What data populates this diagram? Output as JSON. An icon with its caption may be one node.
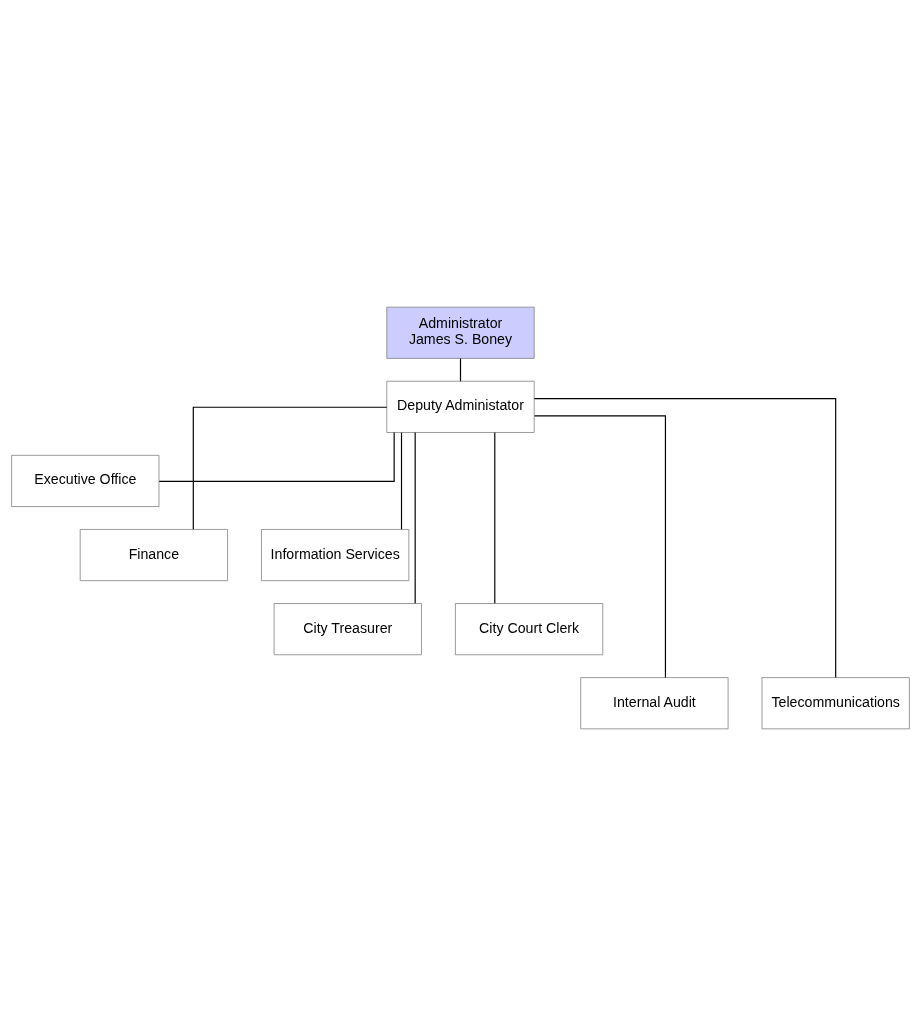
{
  "diagram": {
    "nodes": [
      {
        "text": [
          "Administrator",
          "James S. Boney"
        ]
      },
      {
        "text": [
          "Deputy Administator"
        ]
      },
      {
        "text": [
          "Executive Office"
        ]
      },
      {
        "text": [
          "Finance"
        ]
      },
      {
        "text": [
          "Information Services"
        ]
      },
      {
        "text": [
          "City Treasurer"
        ]
      },
      {
        "text": [
          "City Court Clerk"
        ]
      },
      {
        "text": [
          "Internal Audit"
        ]
      },
      {
        "text": [
          "Telecommunications"
        ]
      }
    ],
    "edges": [
      {
        "from": 0,
        "to": 1,
        "arrow": "none"
      },
      {
        "from": 1,
        "to": 2,
        "arrow": "none"
      },
      {
        "from": 1,
        "to": 3,
        "arrow": "none"
      },
      {
        "from": 1,
        "to": 4,
        "arrow": "none"
      },
      {
        "from": 1,
        "to": 5,
        "arrow": "none"
      },
      {
        "from": 1,
        "to": 6,
        "arrow": "none"
      },
      {
        "from": 1,
        "to": 7,
        "arrow": "none"
      },
      {
        "from": 1,
        "to": 8,
        "arrow": "none"
      }
    ]
  }
}
